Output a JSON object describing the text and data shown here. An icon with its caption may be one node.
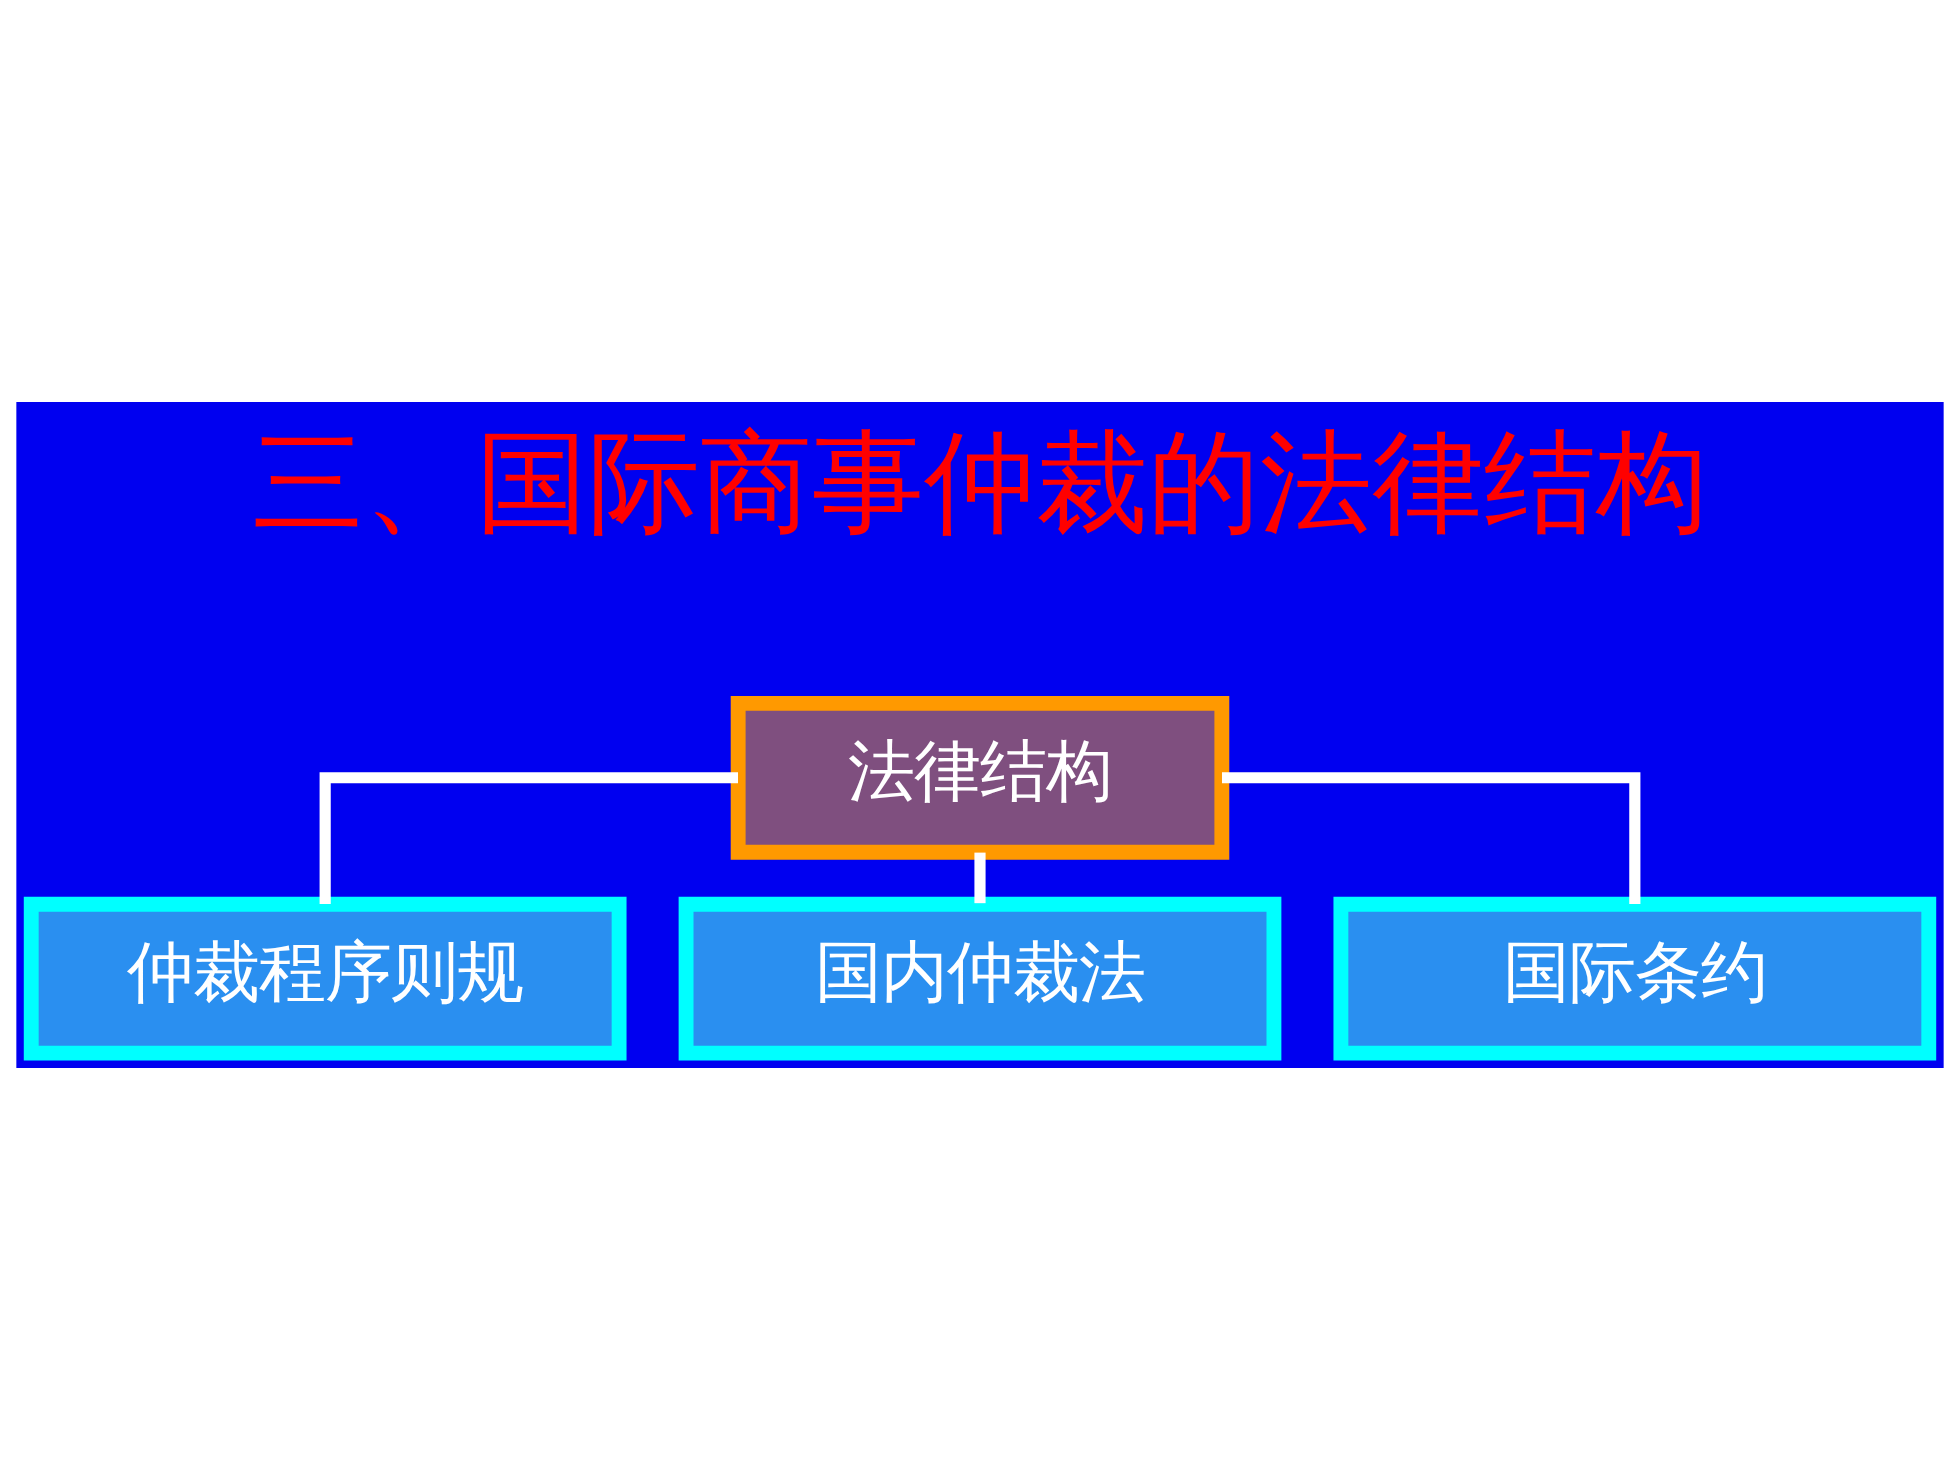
{
  "diagram": {
    "title": "三、国际商事仲裁的法律结构",
    "nodes": [
      {
        "text": [
          "法律结构"
        ]
      },
      {
        "text": [
          "仲裁程序则规"
        ]
      },
      {
        "text": [
          "国内仲裁法"
        ]
      },
      {
        "text": [
          "国际条约"
        ]
      }
    ],
    "edges": [
      {
        "from": 0,
        "to": 1,
        "arrow": "none"
      },
      {
        "from": 0,
        "to": 2,
        "arrow": "none"
      },
      {
        "from": 0,
        "to": 3,
        "arrow": "none"
      }
    ]
  }
}
